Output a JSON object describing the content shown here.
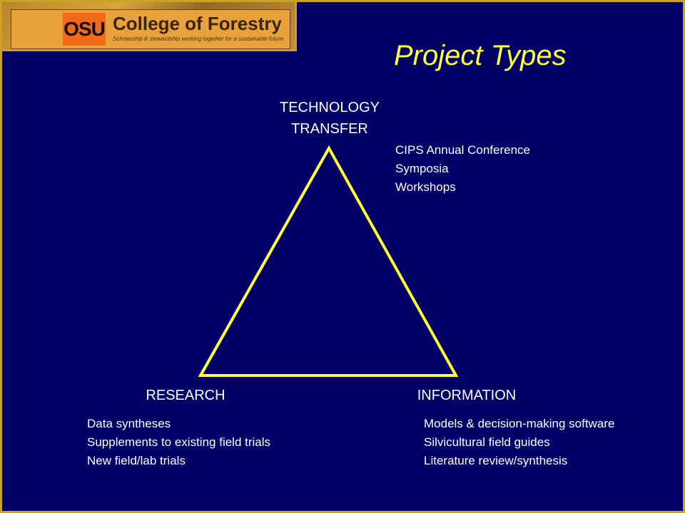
{
  "logo": {
    "mark": "OSU",
    "name": "College of Forestry",
    "tagline": "Scholarship & stewardship working together for a sustainable future"
  },
  "title": "Project Types",
  "vertices": {
    "top": {
      "line1": "TECHNOLOGY",
      "line2": "TRANSFER",
      "items": [
        "CIPS Annual Conference",
        "Symposia",
        "Workshops"
      ]
    },
    "left": {
      "label": "RESEARCH",
      "items": [
        "Data syntheses",
        "Supplements to existing field trials",
        "New field/lab trials"
      ]
    },
    "right": {
      "label": "INFORMATION",
      "items": [
        "Models & decision-making software",
        "Silvicultural field guides",
        "Literature review/synthesis"
      ]
    }
  },
  "colors": {
    "background": "#000066",
    "accent": "#ffff33",
    "text": "#ffffff",
    "frame": "#c9a227"
  }
}
